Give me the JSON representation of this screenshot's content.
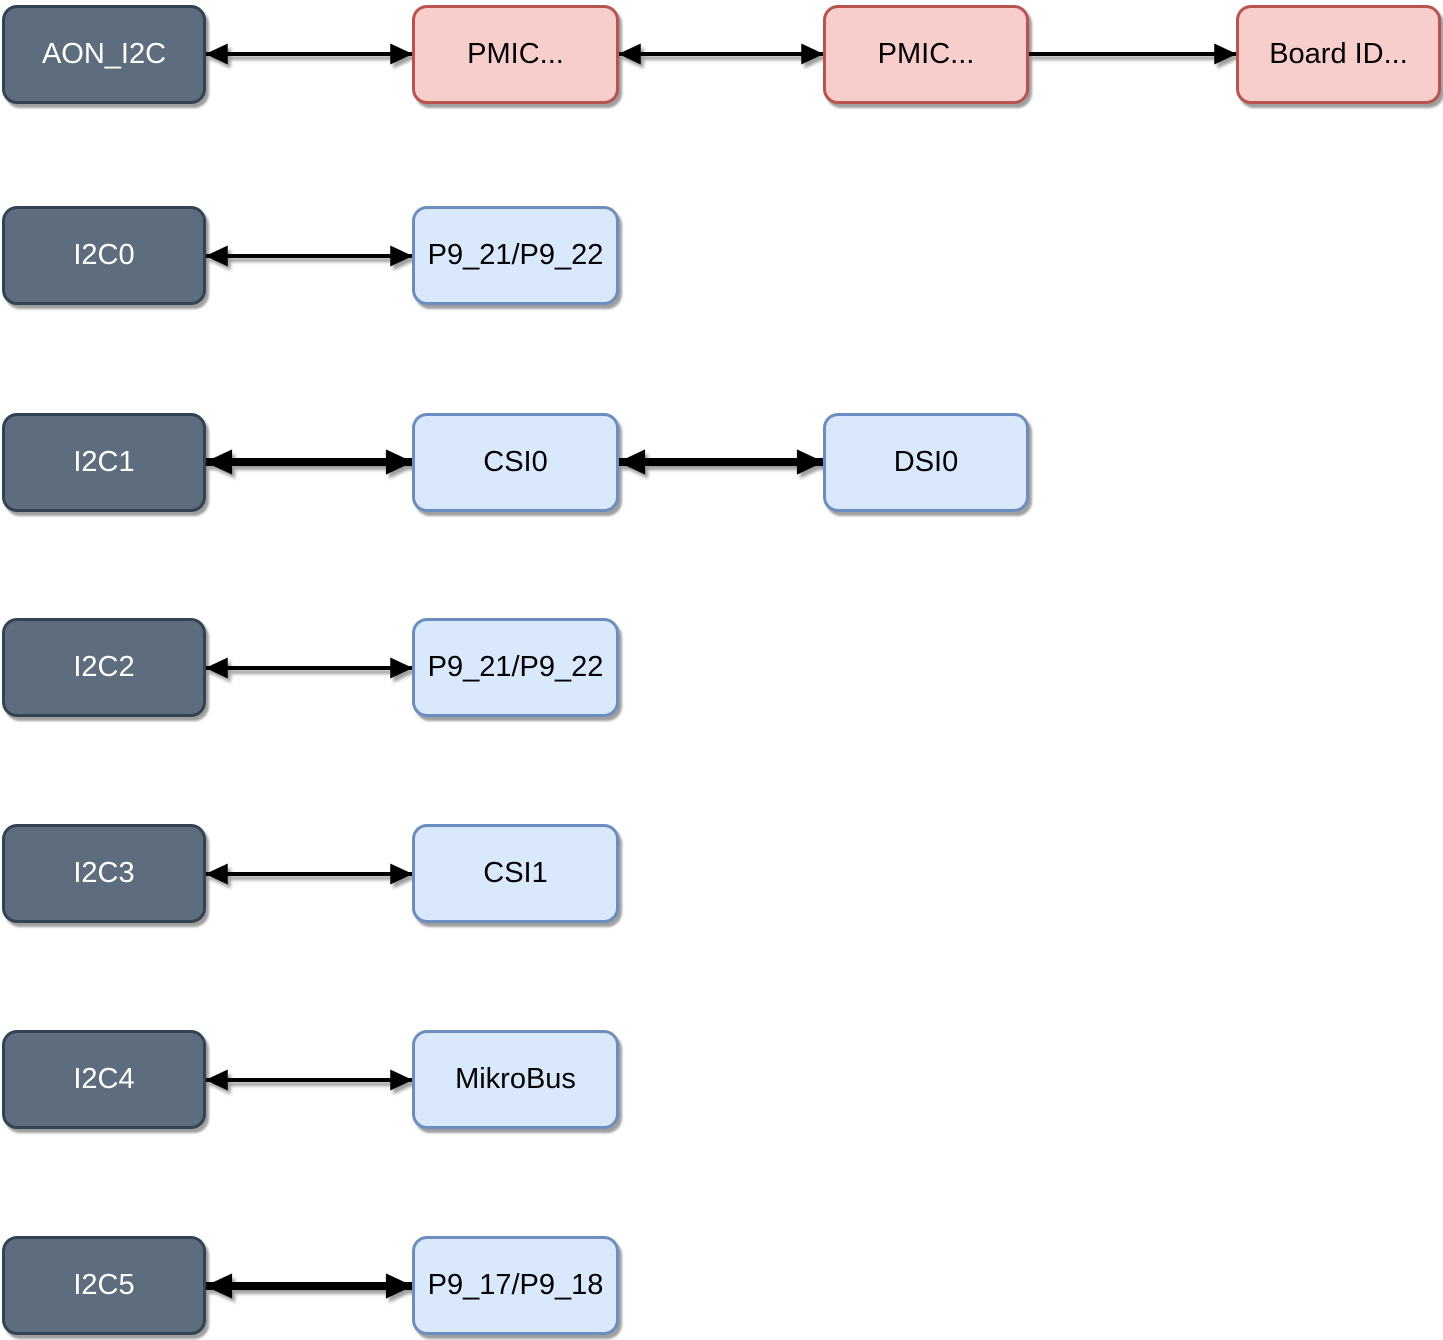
{
  "diagram": {
    "type": "bus-connection-diagram",
    "nodes": {
      "aon_i2c": {
        "label": "AON_I2C",
        "type": "bus"
      },
      "pmic1": {
        "label": "PMIC...",
        "type": "power"
      },
      "pmic2": {
        "label": "PMIC...",
        "type": "power"
      },
      "board_id": {
        "label": "Board ID...",
        "type": "power"
      },
      "i2c0": {
        "label": "I2C0",
        "type": "bus"
      },
      "p9_21_22_a": {
        "label": "P9_21/P9_22",
        "type": "peripheral"
      },
      "i2c1": {
        "label": "I2C1",
        "type": "bus"
      },
      "csi0": {
        "label": "CSI0",
        "type": "peripheral"
      },
      "dsi0": {
        "label": "DSI0",
        "type": "peripheral"
      },
      "i2c2": {
        "label": "I2C2",
        "type": "bus"
      },
      "p9_21_22_b": {
        "label": "P9_21/P9_22",
        "type": "peripheral"
      },
      "i2c3": {
        "label": "I2C3",
        "type": "bus"
      },
      "csi1": {
        "label": "CSI1",
        "type": "peripheral"
      },
      "i2c4": {
        "label": "I2C4",
        "type": "bus"
      },
      "mikrobus": {
        "label": "MikroBus",
        "type": "peripheral"
      },
      "i2c5": {
        "label": "I2C5",
        "type": "bus"
      },
      "p9_17_18": {
        "label": "P9_17/P9_18",
        "type": "peripheral"
      }
    },
    "edges": [
      {
        "from": "AON_I2C",
        "to": "PMIC...",
        "direction": "bidirectional",
        "weight": "thin"
      },
      {
        "from": "PMIC...",
        "to": "PMIC...",
        "direction": "bidirectional",
        "weight": "thin"
      },
      {
        "from": "PMIC...",
        "to": "Board ID...",
        "direction": "forward",
        "weight": "thin"
      },
      {
        "from": "I2C0",
        "to": "P9_21/P9_22",
        "direction": "bidirectional",
        "weight": "thin"
      },
      {
        "from": "I2C1",
        "to": "CSI0",
        "direction": "bidirectional",
        "weight": "thick"
      },
      {
        "from": "CSI0",
        "to": "DSI0",
        "direction": "bidirectional",
        "weight": "thick"
      },
      {
        "from": "I2C2",
        "to": "P9_21/P9_22",
        "direction": "bidirectional",
        "weight": "thin"
      },
      {
        "from": "I2C3",
        "to": "CSI1",
        "direction": "bidirectional",
        "weight": "thin"
      },
      {
        "from": "I2C4",
        "to": "MikroBus",
        "direction": "bidirectional",
        "weight": "thin"
      },
      {
        "from": "I2C5",
        "to": "P9_17/P9_18",
        "direction": "bidirectional",
        "weight": "thick"
      }
    ],
    "colors": {
      "bus_fill": "#5d6d7d",
      "bus_border": "#314354",
      "bus_text": "#ffffff",
      "power_fill": "#f8cecc",
      "power_border": "#b85450",
      "peripheral_fill": "#dae8fc",
      "peripheral_border": "#6c8ebf",
      "edge": "#000000",
      "background": "#ffffff"
    }
  }
}
